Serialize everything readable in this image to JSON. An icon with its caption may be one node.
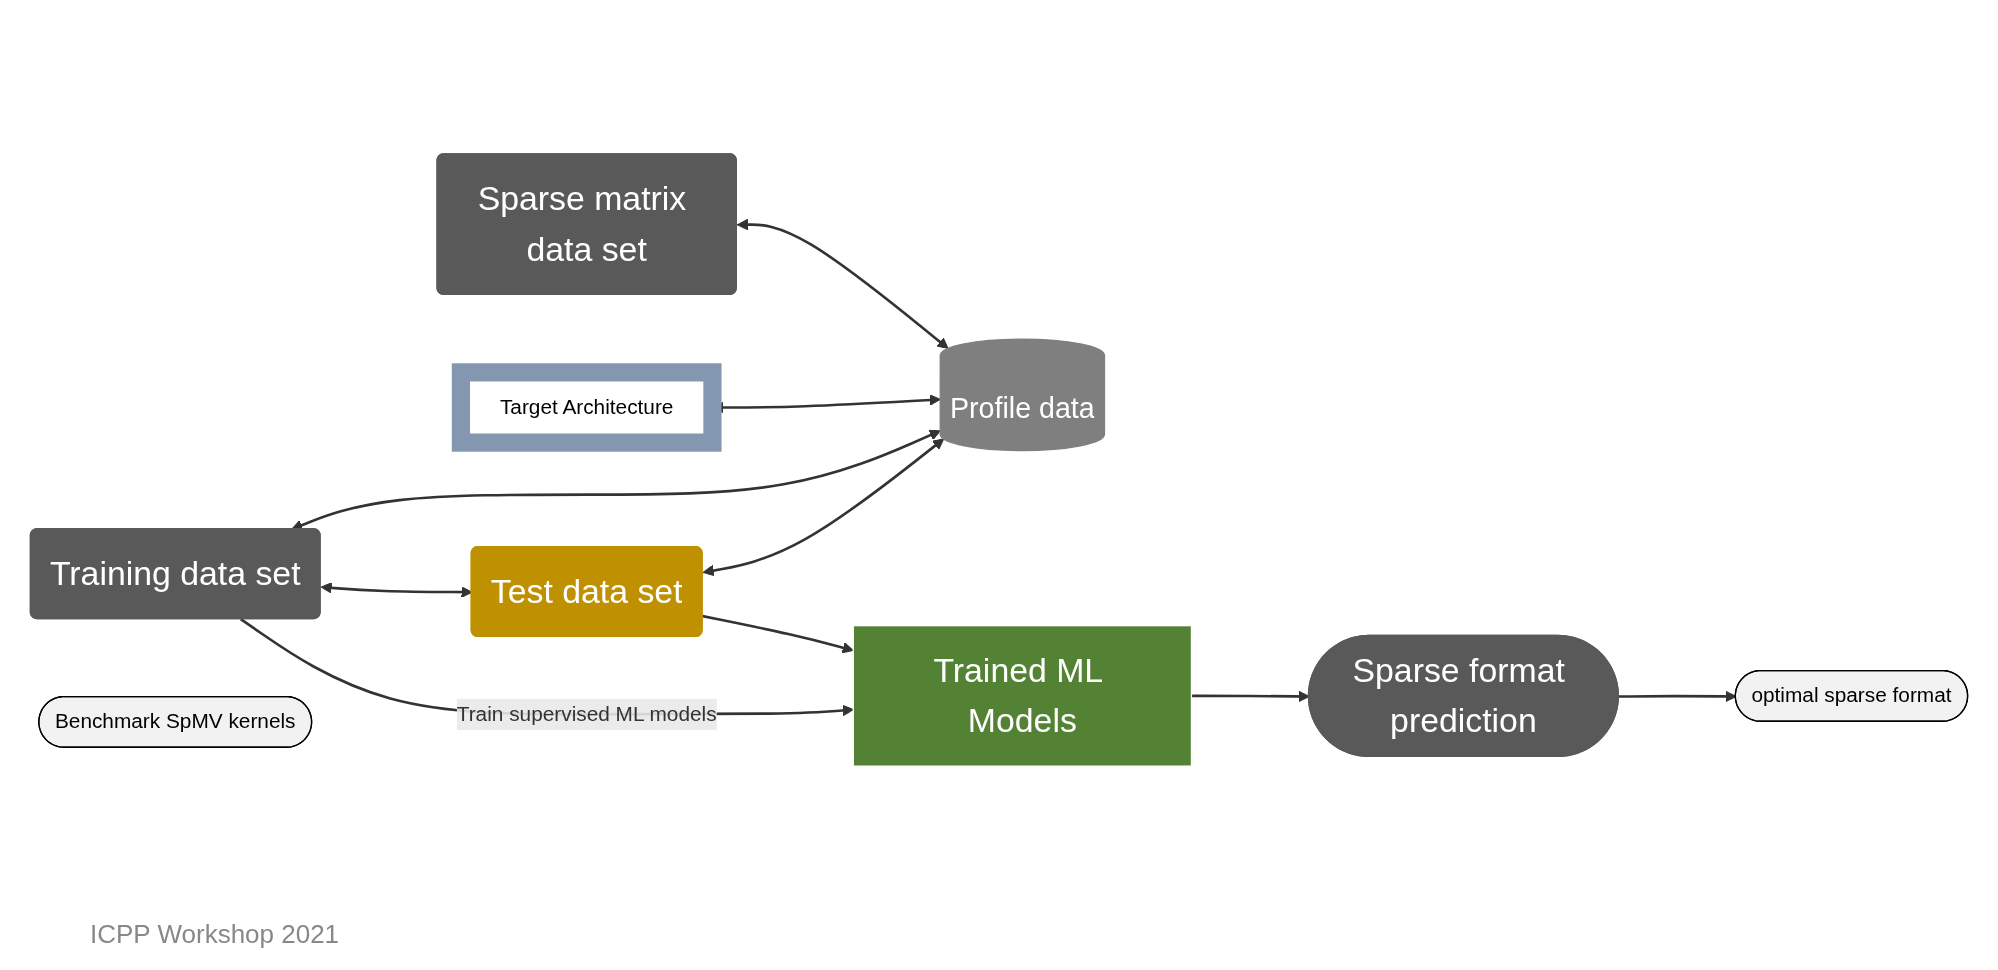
{
  "diagram": {
    "nodes": [
      {
        "text": [
          "Sparse matrix data set"
        ]
      },
      {
        "text": [
          "Training data set"
        ]
      },
      {
        "text": [
          "Trained ML Models"
        ]
      },
      {
        "text": [
          "Benchmark SpMV kernels"
        ]
      },
      {
        "text": [
          "Profile data"
        ]
      },
      {
        "text": [
          "Target Architecture"
        ]
      },
      {
        "text": [
          "Test data set"
        ]
      },
      {
        "text": [
          "Sparse format prediction"
        ]
      },
      {
        "text": [
          "optimal sparse format"
        ]
      }
    ],
    "edges": [
      {
        "from": 0,
        "to": 4,
        "arrow": "both"
      },
      {
        "from": 5,
        "to": 4,
        "arrow": "both"
      },
      {
        "from": 1,
        "to": 4,
        "arrow": "both"
      },
      {
        "from": 6,
        "to": 4,
        "arrow": "both"
      },
      {
        "from": 1,
        "to": 6,
        "arrow": "both"
      },
      {
        "from": 1,
        "to": 2,
        "label": "Train supervised ML models",
        "arrow": "to"
      },
      {
        "from": 6,
        "to": 2,
        "arrow": "to"
      },
      {
        "from": 2,
        "to": 7,
        "arrow": "to"
      },
      {
        "from": 7,
        "to": 8,
        "arrow": "to"
      }
    ],
    "labels": [
      "ICPP Workshop 2021"
    ]
  }
}
